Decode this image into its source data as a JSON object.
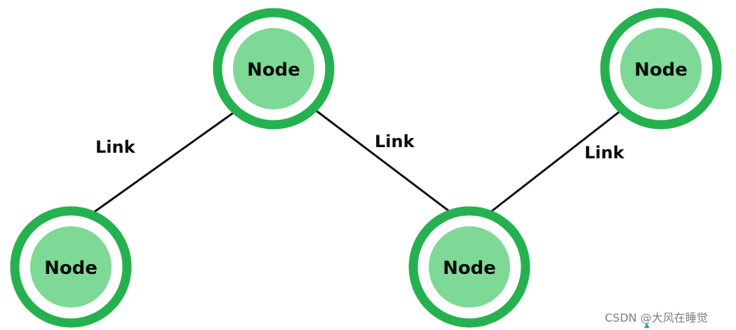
{
  "diagram": {
    "nodes": [
      {
        "label": "Node"
      },
      {
        "label": "Node"
      },
      {
        "label": "Node"
      },
      {
        "label": "Node"
      }
    ],
    "links": [
      {
        "label": "Link"
      },
      {
        "label": "Link"
      },
      {
        "label": "Link"
      }
    ]
  },
  "watermark": {
    "text": "CSDN @大风在睡觉"
  },
  "colors": {
    "outer_ring": "#25b14f",
    "inner_fill": "#7ed996",
    "line": "#111111",
    "text": "#0b0b0b",
    "background": "#ffffff"
  }
}
